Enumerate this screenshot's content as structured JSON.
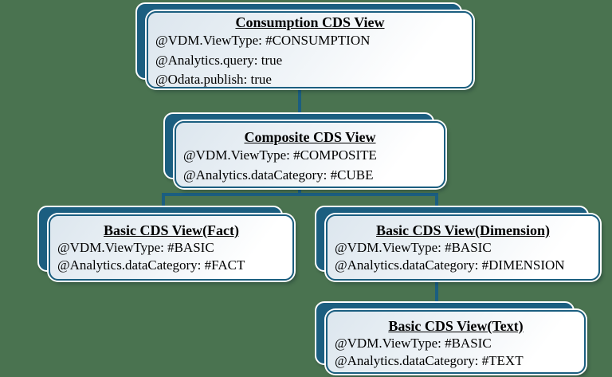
{
  "colors": {
    "background": "#4a7350",
    "accent": "#1b5e80",
    "card_top": "#dce6ee",
    "card_bottom": "#ffffff",
    "text": "#000000"
  },
  "nodes": {
    "consumption": {
      "title": "Consumption CDS View",
      "lines": [
        "@VDM.ViewType: #CONSUMPTION",
        "@Analytics.query: true",
        "@Odata.publish: true"
      ]
    },
    "composite": {
      "title": "Composite CDS View",
      "lines": [
        "@VDM.ViewType: #COMPOSITE",
        "@Analytics.dataCategory: #CUBE"
      ]
    },
    "basic_fact": {
      "title": "Basic CDS View(Fact)",
      "lines": [
        "@VDM.ViewType: #BASIC",
        "@Analytics.dataCategory: #FACT"
      ]
    },
    "basic_dimension": {
      "title": "Basic CDS View(Dimension)",
      "lines": [
        "@VDM.ViewType: #BASIC",
        "@Analytics.dataCategory: #DIMENSION"
      ]
    },
    "basic_text": {
      "title": "Basic CDS View(Text)",
      "lines": [
        "@VDM.ViewType: #BASIC",
        "@Analytics.dataCategory: #TEXT"
      ]
    }
  }
}
